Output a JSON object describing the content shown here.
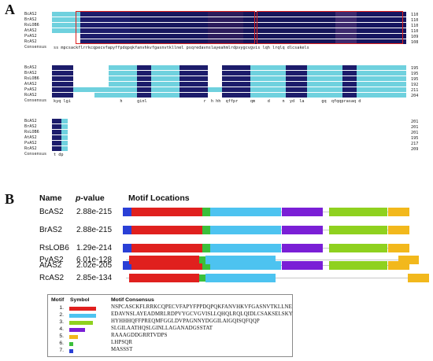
{
  "panels": {
    "a": "A",
    "b": "B"
  },
  "alignment": {
    "names": [
      "BcAS2",
      "BrAS2",
      "RsLOB6",
      "AtAS2",
      "PvAS2",
      "RcAS2"
    ],
    "consensus_label": "Consensus",
    "block1": {
      "ends": [
        "110",
        "110",
        "110",
        "110",
        "109",
        "108"
      ],
      "consensus": "ss mpcsackflrrkcqpecvfapyffpdqpqkfanvhkvfgasnvtkllnel psqredavnslayeahmlrdpvygcvgvis lqh lrqlq dlcsakels"
    },
    "block2": {
      "ends": [
        "195",
        "195",
        "195",
        "192",
        "211",
        "204"
      ],
      "consensus": "kyq lgi                    h      ginl                       r  h hh  qffpr     qm     d     n  yd  la       gq  qfqqprasaq d"
    },
    "block3": {
      "ends": [
        "201",
        "201",
        "201",
        "195",
        "217",
        "209"
      ],
      "consensus": "t dp"
    }
  },
  "motif_table": {
    "headers": {
      "name": "Name",
      "pvalue_prefix": "p",
      "pvalue_suffix": "-value",
      "locations": "Motif Locations"
    },
    "rows": [
      {
        "name": "BcAS2",
        "pvalue": "2.88e-215"
      },
      {
        "name": "BrAS2",
        "pvalue": "2.88e-215"
      },
      {
        "name": "RsLOB6",
        "pvalue": "1.29e-214"
      },
      {
        "name": "AtAS2",
        "pvalue": "2.02e-205"
      },
      {
        "name": "PvAS2",
        "pvalue": "6.01e-128"
      },
      {
        "name": "RcAS2",
        "pvalue": "2.85e-134"
      }
    ]
  },
  "legend": {
    "headers": {
      "motif": "Motif",
      "symbol": "Symbol",
      "consensus": "Motif Consensus"
    },
    "motifs": [
      {
        "num": "1.",
        "color": "#e0201e",
        "consensus": "NSPCASCKFLRRKCQPECVFAPYFPPDQPQKFANVHKVFGASNVTKLLNE"
      },
      {
        "num": "2.",
        "color": "#4dc3f0",
        "consensus": "EDAVNSLAYEADMRLRDPVYGCVGVISLLQHQLRQLQIDLCSAKSELSKY"
      },
      {
        "num": "3.",
        "color": "#8fd11f",
        "consensus": "HYHHHQFFPREQMFGGLDVPAGNNYDGGILAIGQISQFQQP"
      },
      {
        "num": "4.",
        "color": "#7a1fd6",
        "consensus": "SLGILAATHQSLGINLLAGANADGSSTAT"
      },
      {
        "num": "5.",
        "color": "#f2b81c",
        "consensus": "RAAAGDDGRRTVDPS"
      },
      {
        "num": "6.",
        "color": "#3bbf3b",
        "consensus": "LHPSQR"
      },
      {
        "num": "7.",
        "color": "#2a3fd6",
        "consensus": "MASSST"
      }
    ]
  }
}
